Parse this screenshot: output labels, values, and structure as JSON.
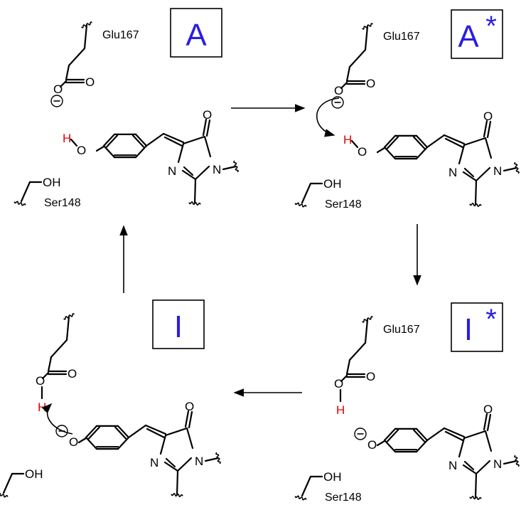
{
  "states": [
    {
      "id": "A",
      "label": "A",
      "star": "",
      "glu": "Glu167",
      "ser": "Ser148",
      "acid_H": "",
      "phenol_H": "H",
      "anionic_phenolate": false,
      "carboxylate_anion": true
    },
    {
      "id": "A*",
      "label": "A",
      "star": "*",
      "glu": "Glu167",
      "ser": "Ser148",
      "acid_H": "",
      "phenol_H": "H",
      "anionic_phenolate": false,
      "carboxylate_anion": true
    },
    {
      "id": "I*",
      "label": "I",
      "star": "*",
      "glu": "Glu167",
      "ser": "Ser148",
      "acid_H": "H",
      "phenol_H": "",
      "anionic_phenolate": true,
      "carboxylate_anion": false
    },
    {
      "id": "I",
      "label": "I",
      "star": "",
      "glu": "",
      "ser": "",
      "acid_H": "H",
      "phenol_H": "",
      "anionic_phenolate": true,
      "carboxylate_anion": false
    }
  ],
  "atoms": {
    "O": "O",
    "N": "N",
    "OH": "OH",
    "H": "H",
    "minus": "−"
  },
  "colors": {
    "label": "#2b1ee0",
    "proton": "#e00000",
    "ink": "#000000"
  }
}
